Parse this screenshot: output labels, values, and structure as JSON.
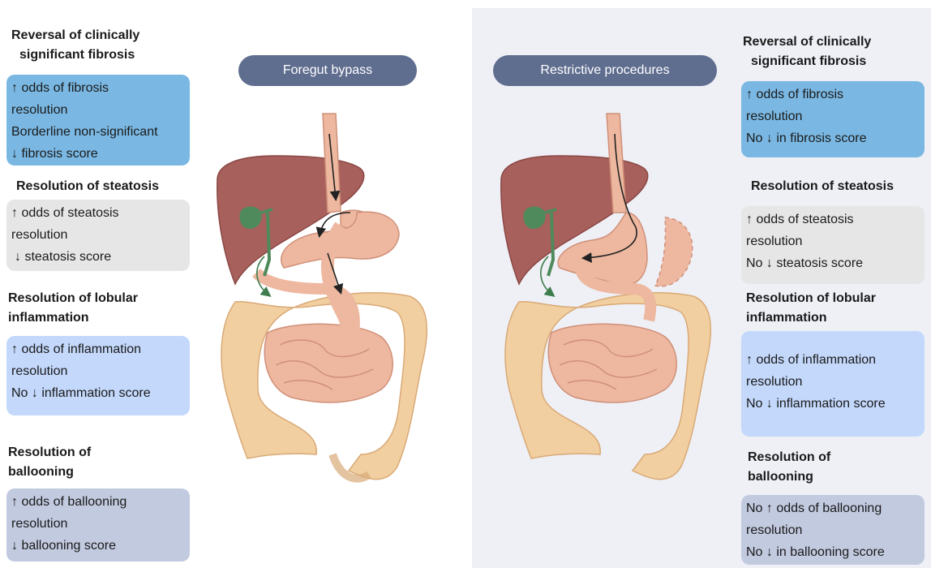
{
  "left": {
    "title": "Foregut bypass",
    "sections": [
      {
        "heading": [
          "Reversal of clinically",
          "significant fibrosis"
        ],
        "lines": [
          "↑ odds of fibrosis",
          "resolution",
          "Borderline non-significant",
          "↓ fibrosis score"
        ]
      },
      {
        "heading": [
          "Resolution of steatosis"
        ],
        "lines": [
          "↑ odds of steatosis",
          "resolution",
          "↓ steatosis score"
        ]
      },
      {
        "heading": [
          "Resolution of lobular",
          "inflammation"
        ],
        "lines": [
          "↑ odds of inflammation",
          "resolution",
          "No ↓ inflammation score"
        ]
      },
      {
        "heading": [
          "Resolution of",
          "ballooning"
        ],
        "lines": [
          "↑ odds of ballooning",
          "resolution",
          "↓ ballooning score"
        ]
      }
    ]
  },
  "right": {
    "title": "Restrictive procedures",
    "sections": [
      {
        "heading": [
          "Reversal of clinically",
          "significant fibrosis"
        ],
        "lines": [
          "↑ odds of fibrosis",
          "resolution",
          "No ↓ in fibrosis score"
        ]
      },
      {
        "heading": [
          "Resolution of steatosis"
        ],
        "lines": [
          "↑ odds of steatosis",
          "resolution",
          "No ↓ steatosis score"
        ]
      },
      {
        "heading": [
          "Resolution of lobular",
          "inflammation"
        ],
        "lines": [
          "↑ odds of inflammation",
          "resolution",
          "No ↓ inflammation score"
        ]
      },
      {
        "heading": [
          "Resolution of",
          "ballooning"
        ],
        "lines": [
          "No ↑ odds of ballooning",
          "resolution",
          "No ↓ in ballooning score"
        ]
      }
    ]
  },
  "colors": {
    "fibrosis_box": "#7ab8e3",
    "steatosis_box": "#e6e6e6",
    "inflammation_box": "#c3d8fb",
    "ballooning_box": "#c2cae0",
    "pill": "#5f6d8f",
    "liver": "#a8605c",
    "gut": "#eeb8a0",
    "colon": "#f2cfa0",
    "gallbladder": "#4f8a5c"
  }
}
